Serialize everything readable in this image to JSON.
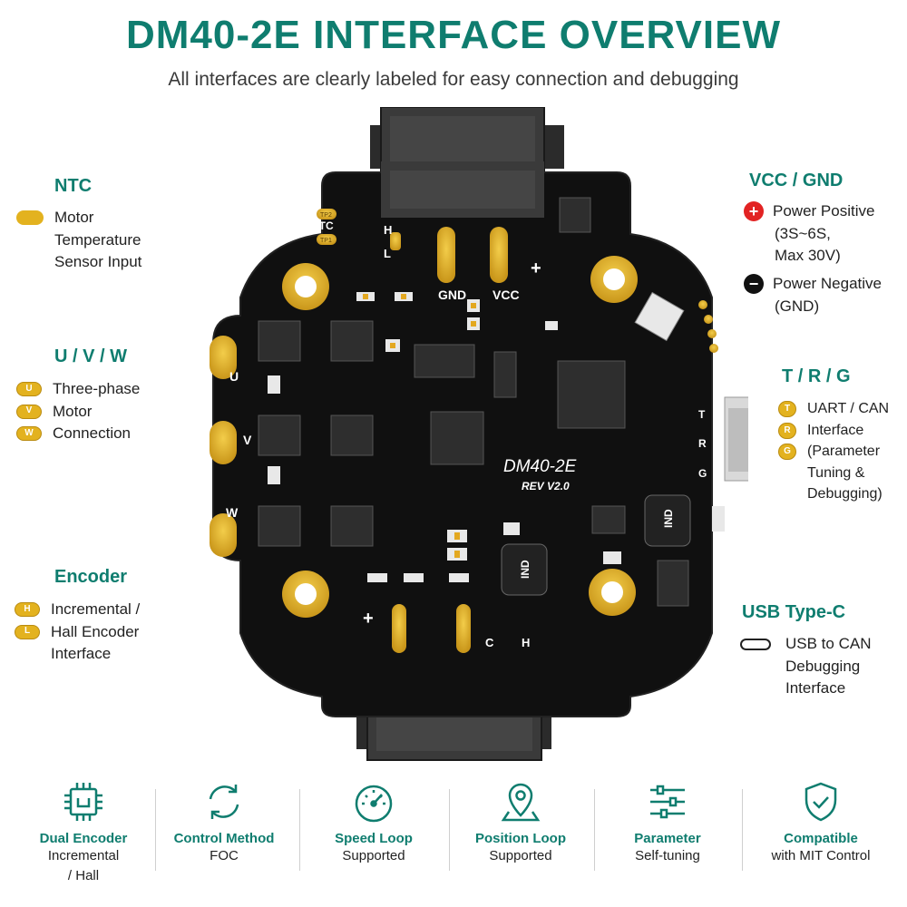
{
  "header": {
    "title": "DM40-2E INTERFACE OVERVIEW",
    "subtitle": "All interfaces are clearly labeled for easy connection and debugging"
  },
  "board": {
    "model": "DM40-2E",
    "revision": "REV V2.0",
    "labels": {
      "ntc": "NTC",
      "tp1": "TP1",
      "tp2": "TP2",
      "h": "H",
      "l": "L",
      "gnd": "GND",
      "vcc": "VCC",
      "plus": "+",
      "u": "U",
      "v": "V",
      "w": "W",
      "t": "T",
      "r": "R",
      "g": "G",
      "ind": "IND",
      "bottom_h": "H",
      "bottom_c": "C"
    }
  },
  "left": {
    "ntc": {
      "heading": "NTC",
      "lines": [
        "Motor",
        "Temperature",
        "Sensor Input"
      ]
    },
    "uvw": {
      "heading": "U / V / W",
      "items": [
        {
          "badge": "U",
          "text": "Three-phase"
        },
        {
          "badge": "V",
          "text": "Motor"
        },
        {
          "badge": "W",
          "text": "Connection"
        }
      ]
    },
    "encoder": {
      "heading": "Encoder",
      "items": [
        {
          "badge": "H",
          "text": "Incremental /"
        },
        {
          "badge": "L",
          "text": "Hall Encoder"
        }
      ],
      "tail": "Interface"
    }
  },
  "right": {
    "power": {
      "heading": "VCC / GND",
      "positive": [
        "Power Positive",
        "(3S~6S,",
        "Max 30V)"
      ],
      "negative": [
        "Power Negative",
        "(GND)"
      ]
    },
    "trg": {
      "heading": "T / R / G",
      "items": [
        {
          "badge": "T",
          "text": "UART / CAN"
        },
        {
          "badge": "R",
          "text": "Interface"
        },
        {
          "badge": "G",
          "text": "(Parameter"
        }
      ],
      "tail": [
        "Tuning &",
        "Debugging)"
      ]
    },
    "usb": {
      "heading": "USB Type-C",
      "lines": [
        "USB to CAN",
        "Debugging",
        "Interface"
      ]
    }
  },
  "features": [
    {
      "icon": "chip-icon",
      "name": "Dual Encoder",
      "desc": [
        "Incremental",
        "/ Hall"
      ]
    },
    {
      "icon": "cycle-arrows-icon",
      "name": "Control Method",
      "desc": [
        "FOC"
      ]
    },
    {
      "icon": "speedometer-icon",
      "name": "Speed Loop",
      "desc": [
        "Supported"
      ]
    },
    {
      "icon": "location-pin-icon",
      "name": "Position Loop",
      "desc": [
        "Supported"
      ]
    },
    {
      "icon": "sliders-icon",
      "name": "Parameter",
      "desc": [
        "Self-tuning"
      ]
    },
    {
      "icon": "shield-check-icon",
      "name": "Compatible",
      "desc": [
        "with MIT Control"
      ]
    }
  ],
  "colors": {
    "accent": "#0f7d6f",
    "gold": "#e3b21f",
    "board": "#101010",
    "red": "#e22323"
  }
}
